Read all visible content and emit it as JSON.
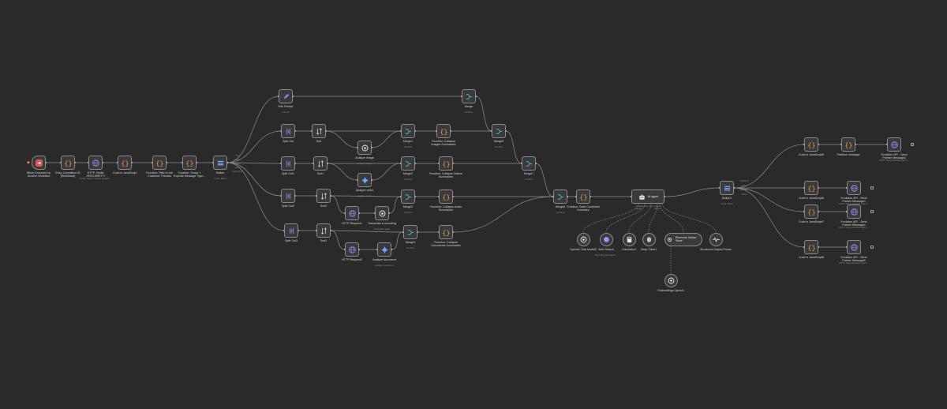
{
  "colors": {
    "background": "#2a2a2a",
    "edge": "#8c8c8c",
    "trigger": "#ff6d5a",
    "accent": "#7c6cf0"
  },
  "nodes": {
    "trigger": {
      "label": "When Executed by Another Workflow",
      "icon": "exit-icon"
    },
    "entry_correlation": {
      "label": "Entry Correlation ID [Workflows]",
      "icon": "braces-icon"
    },
    "http_redis": {
      "label": "HTTP: Redis JSON.MSET?!",
      "sub": "POST: https://console.upstash...",
      "icon": "globe-icon"
    },
    "code_js": {
      "label": "Code in JavaScript",
      "icon": "braces-icon"
    },
    "function_filter": {
      "label": "Function: Filter to the Customer Threads",
      "icon": "braces-icon"
    },
    "function_group": {
      "label": "Function: Group + Explode Message Type...",
      "icon": "braces-icon"
    },
    "switch": {
      "label": "Switch",
      "sub": "mode: Rules",
      "icon": "switch-icon",
      "outputs": [
        "Text",
        "Image",
        "Video",
        "Audio",
        "Document"
      ]
    },
    "edit_fields": {
      "label": "Edit Fields4",
      "sub": "manual",
      "icon": "pencil-icon"
    },
    "merge_top": {
      "label": "Merge",
      "sub": "combine",
      "icon": "merge-icon"
    },
    "split_out": {
      "label": "Split Out",
      "icon": "split-icon"
    },
    "sort": {
      "label": "Sort",
      "icon": "sort-icon"
    },
    "analyze_image": {
      "label": "Analyze image",
      "sub": "analyze: image",
      "icon": "openai-icon"
    },
    "merge1": {
      "label": "Merge1",
      "sub": "combine",
      "icon": "merge-icon"
    },
    "fn_collapse_images": {
      "label": "Function: Collapse Images Summaries",
      "icon": "braces-icon"
    },
    "merge5": {
      "label": "Merge5",
      "sub": "combine",
      "icon": "merge-icon"
    },
    "split_out1": {
      "label": "Split Out1",
      "icon": "split-icon"
    },
    "sort1": {
      "label": "Sort1",
      "icon": "sort-icon"
    },
    "analyze_video": {
      "label": "Analyze video",
      "sub": "analyze: video",
      "icon": "gemini-icon"
    },
    "merge2": {
      "label": "Merge2",
      "sub": "combine",
      "icon": "merge-icon"
    },
    "fn_collapse_videos": {
      "label": "Function: Collapse Videos Summaries",
      "icon": "braces-icon"
    },
    "merge7": {
      "label": "Merge7",
      "sub": "combine",
      "icon": "merge-icon"
    },
    "split_out2": {
      "label": "Split Out2",
      "icon": "split-icon"
    },
    "sort2": {
      "label": "Sort2",
      "icon": "sort-icon"
    },
    "http_request": {
      "label": "HTTP Request1",
      "icon": "globe-icon"
    },
    "transcribe": {
      "label": "Transcribe a recording",
      "sub": "transcribe: audio",
      "icon": "openai-icon"
    },
    "merge3": {
      "label": "Merge3",
      "sub": "combine",
      "icon": "merge-icon"
    },
    "fn_collapse_audio": {
      "label": "Function: Collapse Audio Summaries",
      "icon": "braces-icon"
    },
    "split_out3": {
      "label": "Split Out3",
      "icon": "split-icon"
    },
    "sort3": {
      "label": "Sort3",
      "icon": "sort-icon"
    },
    "http_request2": {
      "label": "HTTP Request2",
      "icon": "globe-icon"
    },
    "analyze_document": {
      "label": "Analyze document",
      "sub": "analyze: document",
      "icon": "gemini-icon"
    },
    "merge4": {
      "label": "Merge4",
      "sub": "combine",
      "icon": "merge-icon"
    },
    "fn_collapse_document": {
      "label": "Function: Collapse Documents Summaries",
      "icon": "braces-icon"
    },
    "merge6": {
      "label": "Merge6",
      "sub": "combine",
      "icon": "merge-icon"
    },
    "fn_build_summary": {
      "label": "Function: Build Combined Summary",
      "icon": "braces-icon"
    },
    "ai_agent": {
      "label": "AI Agent",
      "icon": "robot-icon",
      "ports": [
        "Chat Model",
        "Memory",
        "Tool",
        "Output Parser"
      ]
    },
    "openai_chat": {
      "label": "OpenAI Chat Model2",
      "icon": "openai-icon"
    },
    "web_search": {
      "label": "Web Search",
      "sub": "Searching the web fo...",
      "icon": "search-icon"
    },
    "calculator": {
      "label": "Calculator1",
      "icon": "calculator-icon"
    },
    "deep_think": {
      "label": "Deep Think1",
      "icon": "brain-icon"
    },
    "pinecone": {
      "label": "Pinecone Vector Store",
      "icon": "pinecone-icon"
    },
    "structured_parser": {
      "label": "Structured Output Parser",
      "icon": "parser-icon"
    },
    "embeddings": {
      "label": "Embeddings OpenAI",
      "icon": "openai-icon"
    },
    "switch1": {
      "label": "Switch1",
      "sub": "mode: Rules",
      "icon": "switch-icon",
      "outputs": [
        "Customer",
        "Agent",
        "Escalate",
        "Other"
      ]
    },
    "code_js1": {
      "label": "Code in JavaScript5",
      "icon": "braces-icon"
    },
    "partition_message": {
      "label": "Partition message",
      "icon": "braces-icon"
    },
    "evolution_api1": {
      "label": "Evolution API - Send Partner Message2",
      "sub": "POST: https://evolution.api.b...",
      "icon": "globe-icon"
    },
    "code_js2": {
      "label": "Code in JavaScript6",
      "icon": "braces-icon"
    },
    "evolution_api2": {
      "label": "Evolution API - Send Partner Message3",
      "sub": "POST: https://evolution.api.b...",
      "icon": "globe-icon"
    },
    "code_js3": {
      "label": "Code in JavaScript7",
      "icon": "braces-icon"
    },
    "evolution_api3": {
      "label": "Evolution API - Send Partner Message4",
      "sub": "POST: https://evolution.api.b...",
      "icon": "globe-icon"
    },
    "code_js4": {
      "label": "Code in JavaScript8",
      "icon": "braces-icon"
    },
    "evolution_api4": {
      "label": "Evolution API - Send Partner Message5",
      "sub": "POST: https://evolution.api.b...",
      "icon": "globe-icon"
    }
  }
}
